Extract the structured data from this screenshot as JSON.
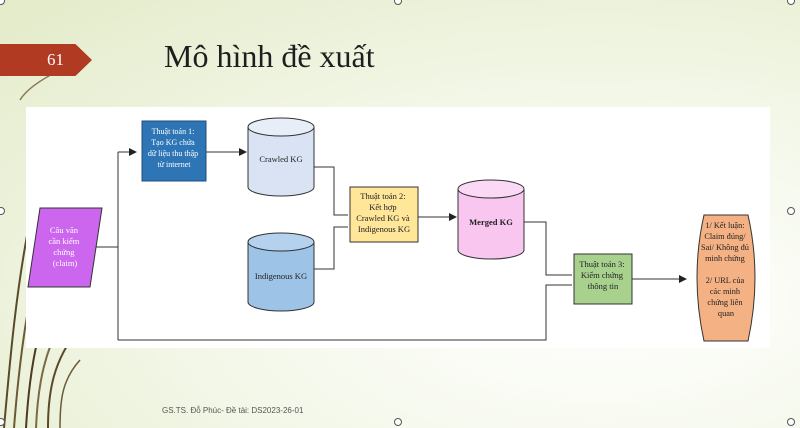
{
  "slide": {
    "number": "61",
    "title": "Mô hình đề xuất"
  },
  "footer": "GS.TS. Đỗ Phúc- Đề tài: DS2023-26-01",
  "diagram": {
    "claim": [
      "Câu văn",
      "cần kiểm",
      "chứng",
      "(claim)"
    ],
    "algo1": [
      "Thuật toán 1:",
      "Tạo KG chứa",
      "dữ liệu thu thập",
      "từ internet"
    ],
    "crawled": "Crawled KG",
    "indigenous": "Indigenous KG",
    "algo2": [
      "Thuật toán 2:",
      "Kết hợp",
      "Crawled KG và",
      "Indigenous KG"
    ],
    "merged": "Merged KG",
    "algo3": [
      "Thuật toán 3:",
      "Kiểm chứng",
      "thông tin"
    ],
    "result": [
      "1/ Kết luận:",
      "Claim đúng/",
      "Sai/ Không đủ",
      "minh chứng",
      "",
      "2/ URL của",
      "các minh",
      "chứng liên",
      "quan"
    ]
  },
  "colors": {
    "claim": "#cc66ee",
    "algo1": "#2e75b6",
    "crawled": "#dae3f3",
    "indigenous": "#9dc3e6",
    "algo2": "#ffe699",
    "merged": "#f9c6f0",
    "algo3": "#a9d18e",
    "result": "#f4b183",
    "accent": "#b03a22"
  }
}
